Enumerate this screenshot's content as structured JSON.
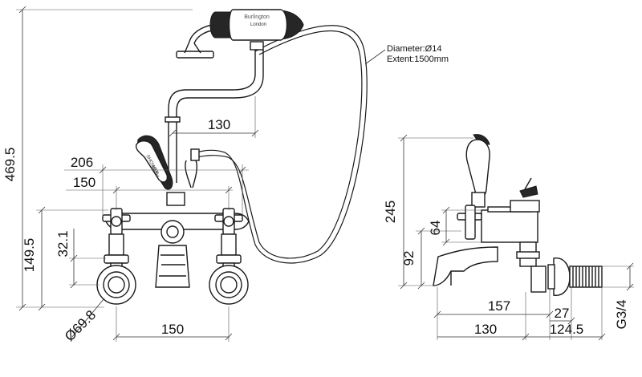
{
  "hose_spec": {
    "diameter": "Diameter:Ø14",
    "extent": "Extent:1500mm"
  },
  "handset": {
    "brand": "Burlington",
    "place": "London"
  },
  "lever_label": {
    "line1": "SHOWER",
    "line2": "BATH"
  },
  "front_view": {
    "height_total": "469.5",
    "handset_offset": "130",
    "width_outer": "206",
    "width_centres_top": "150",
    "height_outlet": "149.5",
    "offset_small": "32.1",
    "flange_diameter": "Ø69.8",
    "width_centres_bottom": "150"
  },
  "side_view": {
    "height_lever": "245",
    "height_handle": "64",
    "height_spout": "92",
    "depth_total": "157",
    "nut": "27",
    "depth_spout": "130",
    "depth_inlet": "124.5",
    "thread": "G3/4"
  }
}
